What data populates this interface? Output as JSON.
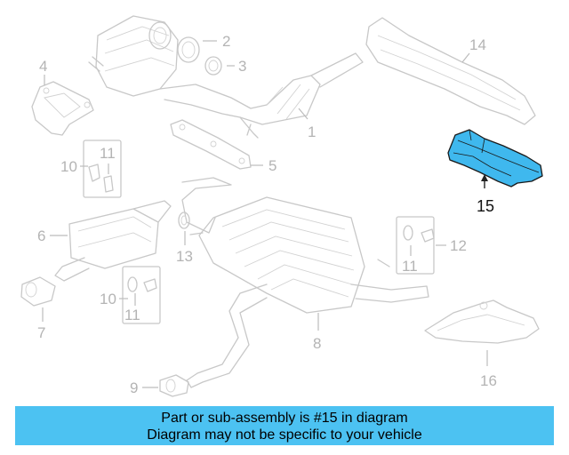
{
  "callouts": {
    "c1": "1",
    "c2": "2",
    "c3": "3",
    "c4": "4",
    "c5": "5",
    "c6": "6",
    "c7": "7",
    "c8": "8",
    "c9": "9",
    "c10a": "10",
    "c10b": "10",
    "c11a": "11",
    "c11b": "11",
    "c11c": "11",
    "c12": "12",
    "c13": "13",
    "c14": "14",
    "c15": "15",
    "c16": "16"
  },
  "highlight": {
    "part_number": "15",
    "color": "#3fb8ee"
  },
  "banner": {
    "line1": "Part or sub-assembly is #15 in diagram",
    "line2": "Diagram may not be specific to your vehicle",
    "background": "#4cc2f2"
  }
}
